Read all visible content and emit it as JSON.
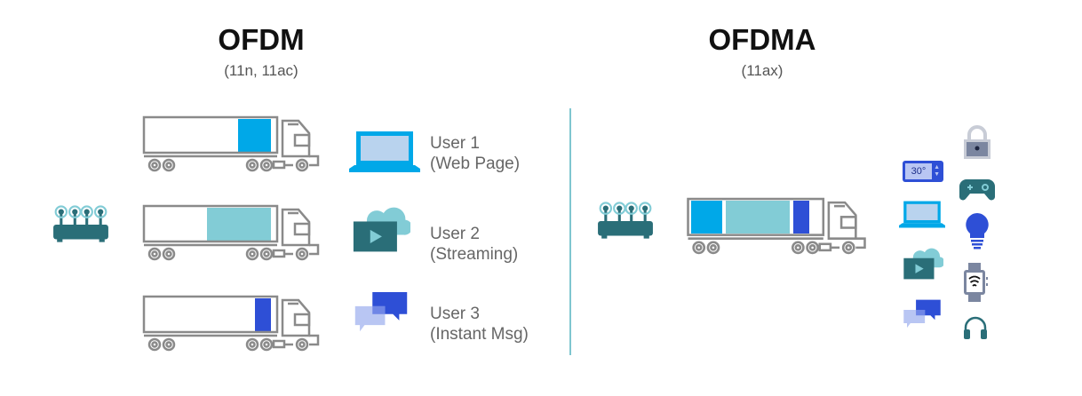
{
  "left": {
    "title": "OFDM",
    "subtitle": "(11n, 11ac)",
    "users": [
      {
        "name": "User 1",
        "detail": "(Web Page)",
        "icon": "laptop-icon",
        "cargo_color": "#00a8e8"
      },
      {
        "name": "User 2",
        "detail": "(Streaming)",
        "icon": "video-cloud-icon",
        "cargo_color": "#82ccd6"
      },
      {
        "name": "User 3",
        "detail": "(Instant Msg)",
        "icon": "chat-icon",
        "cargo_color": "#2e4fd6"
      }
    ]
  },
  "right": {
    "title": "OFDMA",
    "subtitle": "(11ax)",
    "thermostat_text": "30°",
    "cargo_colors": [
      "#00a8e8",
      "#82ccd6",
      "#2e4fd6"
    ]
  },
  "colors": {
    "truck": "#8a8a8a",
    "router": "#2a6e78",
    "divider": "#7fc6d0"
  }
}
